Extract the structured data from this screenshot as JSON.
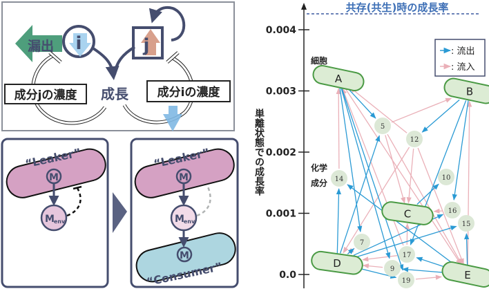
{
  "colors": {
    "navy": "#454d6e",
    "leak_green": "#4e9e7c",
    "i_down_blue": "#a9d3ef",
    "j_up_salmon": "#d8a08c",
    "leaker_pink": "#d5a1c3",
    "menv_pink": "#e6c6dc",
    "menv_light": "#f2dbe8",
    "consumer_blue": "#add6e0",
    "outflow_blue": "#2a9ad4",
    "inflow_pink": "#eab0b8",
    "cell_green_fill": "#dcecd4",
    "cell_green_stroke": "#4a9a44",
    "chem_fill": "#dce8d6",
    "dashed_line": "#3b5aa0",
    "title_blue": "#3d6fb6"
  },
  "top_panel": {
    "leak_label": "漏出",
    "node_i": "i",
    "node_j": "j",
    "growth_label": "成長",
    "conc_j_label": "成分jの濃度",
    "conc_i_label": "成分iの濃度"
  },
  "bottom_left_panel": {
    "leaker_label": "“Leaker”",
    "m_label": "M",
    "menv_main": "M",
    "menv_sub": "env"
  },
  "bottom_right_panel": {
    "leaker_label": "“Leaker”",
    "m_label": "M",
    "menv_main": "M",
    "menv_sub": "env",
    "consumer_m_label": "M",
    "consumer_label": "“Consumer”"
  },
  "chart": {
    "title": "共存(共生)時の成長率",
    "ylabel": "単離状態での成長率",
    "yticks": [
      "0.004",
      "0.003",
      "0.002",
      "0.001",
      "0.0"
    ],
    "cell_label": "細胞",
    "chem_label_1": "化学",
    "chem_label_2": "成分",
    "legend": [
      {
        "label": ": 流出",
        "kind": "outflow"
      },
      {
        "label": ": 流入",
        "kind": "inflow"
      }
    ]
  },
  "chart_data": {
    "type": "network",
    "title": "共存(共生)時の成長率",
    "ylabel": "単離状態での成長率",
    "ylim": [
      0.0,
      0.004
    ],
    "yticks": [
      0.0,
      0.001,
      0.002,
      0.003,
      0.004
    ],
    "coexistence_growth_rate_line": 0.0043,
    "legend": [
      "流出 (blue)",
      "流入 (pink)"
    ],
    "legend_position": "top-right",
    "cells": [
      {
        "id": "A",
        "growth": 0.0032
      },
      {
        "id": "B",
        "growth": 0.003
      },
      {
        "id": "C",
        "growth": 0.001
      },
      {
        "id": "D",
        "growth": 0.00019
      },
      {
        "id": "E",
        "growth": 0.0
      }
    ],
    "chemicals": [
      "5",
      "12",
      "14",
      "10",
      "16",
      "15",
      "7",
      "17",
      "9",
      "19"
    ],
    "outflow_edges": [
      [
        "A",
        "5"
      ],
      [
        "A",
        "7"
      ],
      [
        "A",
        "9"
      ],
      [
        "A",
        "19"
      ],
      [
        "B",
        "12"
      ],
      [
        "B",
        "16"
      ],
      [
        "B",
        "17"
      ],
      [
        "C",
        "10"
      ],
      [
        "D",
        "14"
      ],
      [
        "D",
        "5"
      ],
      [
        "D",
        "7"
      ],
      [
        "D",
        "16"
      ],
      [
        "D",
        "15"
      ],
      [
        "D",
        "19"
      ],
      [
        "E",
        "14"
      ],
      [
        "E",
        "17"
      ],
      [
        "E",
        "9"
      ],
      [
        "E",
        "15"
      ]
    ],
    "inflow_edges": [
      [
        "14",
        "A"
      ],
      [
        "12",
        "A"
      ],
      [
        "17",
        "A"
      ],
      [
        "5",
        "B"
      ],
      [
        "E",
        "B"
      ],
      [
        "5",
        "C"
      ],
      [
        "12",
        "C"
      ],
      [
        "16",
        "C"
      ],
      [
        "17",
        "C"
      ],
      [
        "7",
        "D"
      ],
      [
        "12",
        "D"
      ],
      [
        "17",
        "D"
      ],
      [
        "9",
        "D"
      ],
      [
        "A",
        "E"
      ],
      [
        "5",
        "E"
      ],
      [
        "12",
        "E"
      ],
      [
        "19",
        "E"
      ]
    ]
  }
}
